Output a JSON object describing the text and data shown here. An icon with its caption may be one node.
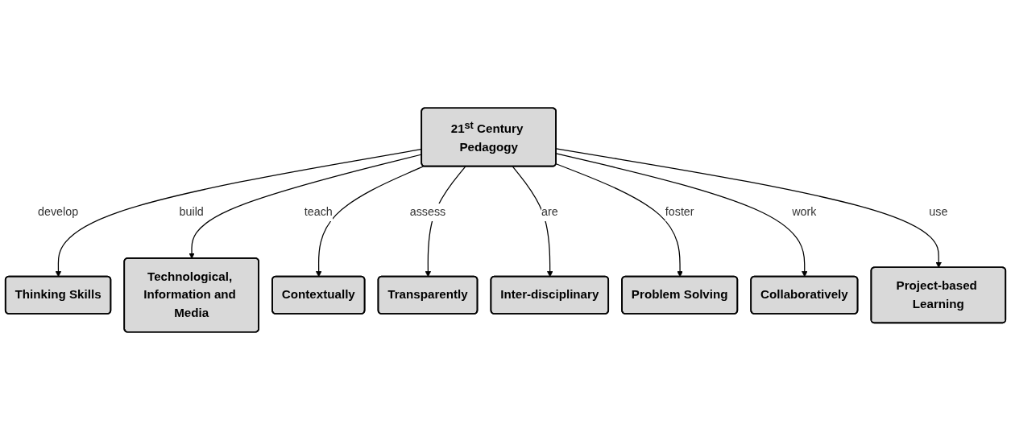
{
  "diagram": {
    "nodes": [
      {
        "text": [
          "Thinking Skills"
        ]
      },
      {
        "text": [
          "Technological, Information and Media"
        ]
      },
      {
        "text": [
          "Contextually"
        ]
      },
      {
        "text": [
          "Transparently"
        ]
      },
      {
        "text": [
          "21$^{st}$ Century Pedagogy"
        ]
      },
      {
        "text": [
          "Inter-disciplinary"
        ]
      },
      {
        "text": [
          "Problem Solving"
        ]
      },
      {
        "text": [
          "Collaboratively"
        ]
      },
      {
        "text": [
          "Project-based Learning"
        ]
      }
    ],
    "edges": [
      {
        "from": 4,
        "to": 0,
        "label": "develop",
        "arrow": "to"
      },
      {
        "from": 4,
        "to": 1,
        "label": "build",
        "arrow": "to"
      },
      {
        "from": 4,
        "to": 2,
        "label": "teach",
        "arrow": "to"
      },
      {
        "from": 4,
        "to": 3,
        "label": "assess",
        "arrow": "to"
      },
      {
        "from": 4,
        "to": 5,
        "label": "are",
        "arrow": "to"
      },
      {
        "from": 4,
        "to": 6,
        "label": "foster",
        "arrow": "to"
      },
      {
        "from": 4,
        "to": 7,
        "label": "work",
        "arrow": "to"
      },
      {
        "from": 4,
        "to": 8,
        "label": "use",
        "arrow": "to"
      }
    ]
  }
}
